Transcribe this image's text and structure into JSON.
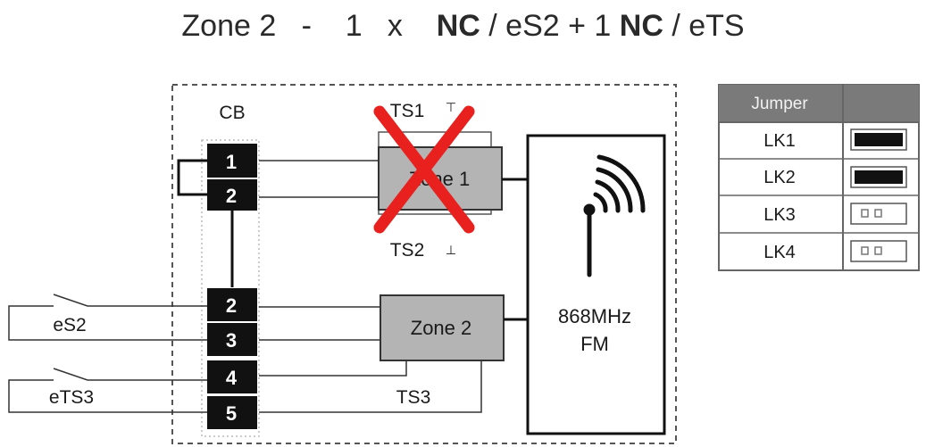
{
  "title": {
    "part1": "Zone 2   -    1   x    ",
    "part2": "NC",
    "part3": " / eS2 + 1 ",
    "part4": "NC",
    "part5": " / eTS"
  },
  "cb": {
    "label": "CB",
    "terminals": [
      "1",
      "2",
      "2",
      "3",
      "4",
      "5"
    ]
  },
  "zone1": {
    "label": "Zone 1",
    "ts1": "TS1",
    "ts2": "TS2"
  },
  "zone2": {
    "label": "Zone 2",
    "ts3": "TS3"
  },
  "radio": {
    "line1": "868MHz",
    "line2": "FM"
  },
  "inputs": {
    "es2": "eS2",
    "ets3": "eTS3"
  },
  "jumper_table": {
    "header": "Jumper",
    "rows": [
      {
        "label": "LK1",
        "state": "closed"
      },
      {
        "label": "LK2",
        "state": "closed"
      },
      {
        "label": "LK3",
        "state": "open"
      },
      {
        "label": "LK4",
        "state": "open"
      }
    ]
  },
  "colors": {
    "cross": "#e8201e",
    "terminal": "#111111",
    "zone_box": "#b4b4b4",
    "table_header": "#7a7a7a"
  }
}
